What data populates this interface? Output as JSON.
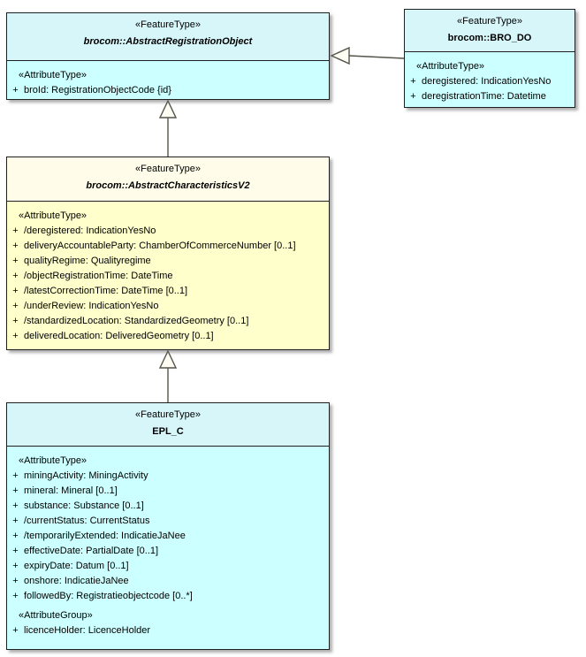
{
  "ui": {
    "plus": "+"
  },
  "classes": {
    "aro": {
      "stereotype": "«FeatureType»",
      "name": "brocom::AbstractRegistrationObject",
      "attr_header": "«AttributeType»",
      "attrs": [
        "broId: RegistrationObjectCode {id}"
      ]
    },
    "bro_do": {
      "stereotype": "«FeatureType»",
      "name": "brocom::BRO_DO",
      "attr_header": "«AttributeType»",
      "attrs": [
        "deregistered: IndicationYesNo",
        "deregistrationTime: Datetime"
      ]
    },
    "acv2": {
      "stereotype": "«FeatureType»",
      "name": "brocom::AbstractCharacteristicsV2",
      "attr_header": "«AttributeType»",
      "attrs": [
        "/deregistered: IndicationYesNo",
        "deliveryAccountableParty: ChamberOfCommerceNumber [0..1]",
        "qualityRegime: Qualityregime",
        "/objectRegistrationTime: DateTime",
        "/latestCorrectionTime: DateTime [0..1]",
        "/underReview: IndicationYesNo",
        "/standardizedLocation: StandardizedGeometry [0..1]",
        "deliveredLocation: DeliveredGeometry [0..1]"
      ]
    },
    "epl_c": {
      "stereotype": "«FeatureType»",
      "name": "EPL_C",
      "attr_header": "«AttributeType»",
      "attrs": [
        "miningActivity: MiningActivity",
        "mineral: Mineral [0..1]",
        "substance: Substance [0..1]",
        "/currentStatus: CurrentStatus",
        "/temporarilyExtended: IndicatieJaNee",
        "effectiveDate: PartialDate [0..1]",
        "expiryDate: Datum [0..1]",
        "onshore: IndicatieJaNee",
        "followedBy: Registratieobjectcode [0..*]"
      ],
      "group_header": "«AttributeGroup»",
      "group_attrs": [
        "licenceHolder: LicenceHolder"
      ]
    }
  },
  "colors": {
    "class_fill_cyan": "#ccffff",
    "class_fill_yellow": "#ffffcc",
    "border": "#1f1f1f",
    "connector": "#54544a"
  }
}
